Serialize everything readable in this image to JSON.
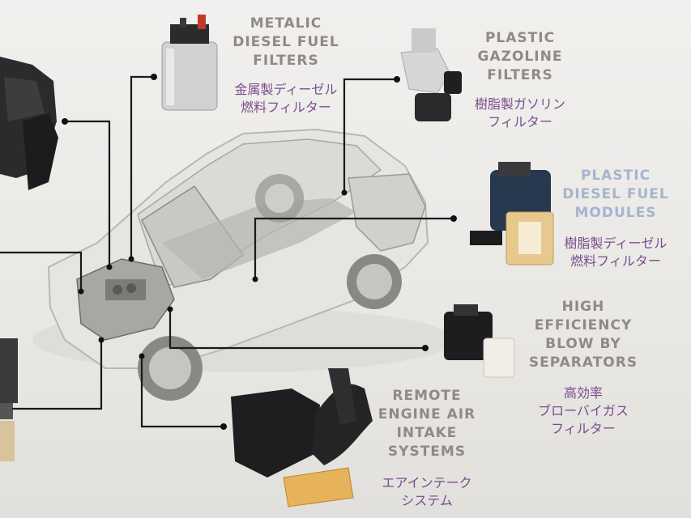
{
  "labels": {
    "metalic": {
      "en": [
        "METALIC",
        "DIESEL FUEL",
        "FILTERS"
      ],
      "jp": [
        "金属製ディーゼル",
        "燃料フィルター"
      ]
    },
    "gazoline": {
      "en": [
        "PLASTIC",
        "GAZOLINE",
        "FILTERS"
      ],
      "jp": [
        "樹脂製ガソリン",
        "フィルター"
      ]
    },
    "diesel_modules": {
      "en": [
        "PLASTIC",
        "DIESEL FUEL",
        "MODULES"
      ],
      "jp": [
        "樹脂製ディーゼル",
        "燃料フィルター"
      ]
    },
    "blowby": {
      "en": [
        "HIGH",
        "EFFICIENCY",
        "BLOW BY",
        "SEPARATORS"
      ],
      "jp": [
        "高効率",
        "ブローバイガス",
        "フィルター"
      ]
    },
    "air_intake": {
      "en": [
        "REMOTE",
        "ENGINE AIR",
        "INTAKE",
        "SYSTEMS"
      ],
      "jp": [
        "エアインテーク",
        "システム"
      ]
    }
  }
}
